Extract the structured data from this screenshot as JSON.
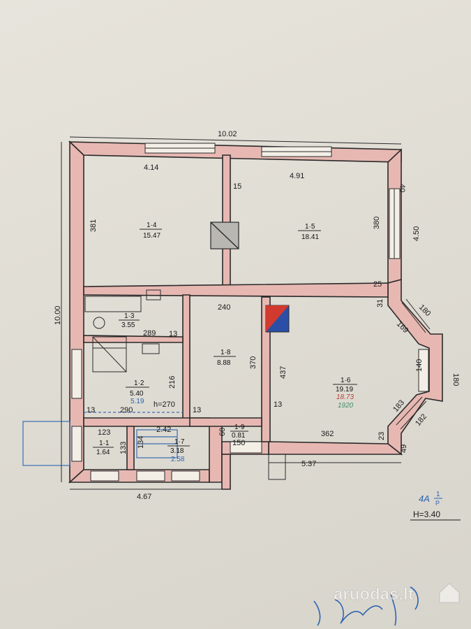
{
  "overall": {
    "top_width": "10.02",
    "left_height": "10.00",
    "bottom_left": "4.67",
    "bottom_right": "5.37",
    "right_height": "4.50"
  },
  "rooms": [
    {
      "id": "1-4",
      "label": "1·4",
      "area": "15.47"
    },
    {
      "id": "1-5",
      "label": "1·5",
      "area": "18.41"
    },
    {
      "id": "1-3",
      "label": "1·3",
      "area": "3.55"
    },
    {
      "id": "1-8",
      "label": "1·8",
      "area": "8.88"
    },
    {
      "id": "1-6",
      "label": "1·6",
      "area": "19.19",
      "alt_red": "18.73",
      "alt_green": "1920"
    },
    {
      "id": "1-2",
      "label": "1·2",
      "area": "5.40",
      "alt_blue": "5.19"
    },
    {
      "id": "1-1",
      "label": "1·1",
      "area": "1.64"
    },
    {
      "id": "1-7",
      "label": "1·7",
      "area": "3.18",
      "alt_blue": "2.58"
    },
    {
      "id": "1-9",
      "label": "1·9",
      "area": "0.81"
    }
  ],
  "dimensions": {
    "d414": "4.14",
    "d491": "4.91",
    "d381": "381",
    "d380": "380",
    "d15": "15",
    "d40": "40",
    "d25": "25",
    "d31": "31",
    "d180a": "180",
    "d169": "169",
    "d140": "140",
    "d180b": "180",
    "d183": "183",
    "d182": "182",
    "d23": "23",
    "d49": "49",
    "d240": "240",
    "d370": "370",
    "d437": "437",
    "d362": "362",
    "d289": "289",
    "d13a": "13",
    "d216": "216",
    "d290": "290",
    "h270": "h=270",
    "d13b": "13",
    "d13c": "13",
    "d13d": "13",
    "d123": "123",
    "d133": "133",
    "d134": "134",
    "d242": "2.42",
    "d60": "60",
    "d150": "150"
  },
  "annotation": {
    "stamp": "4A",
    "stamp_sup": "1",
    "stamp_sub": "P",
    "height": "H=3.40"
  },
  "watermark": "aruodas.lt",
  "colors": {
    "wall": "#e7b8b2",
    "ink": "#2a2a2a",
    "blue_ink": "#2d63b0",
    "paper": "#e2dfd7"
  }
}
